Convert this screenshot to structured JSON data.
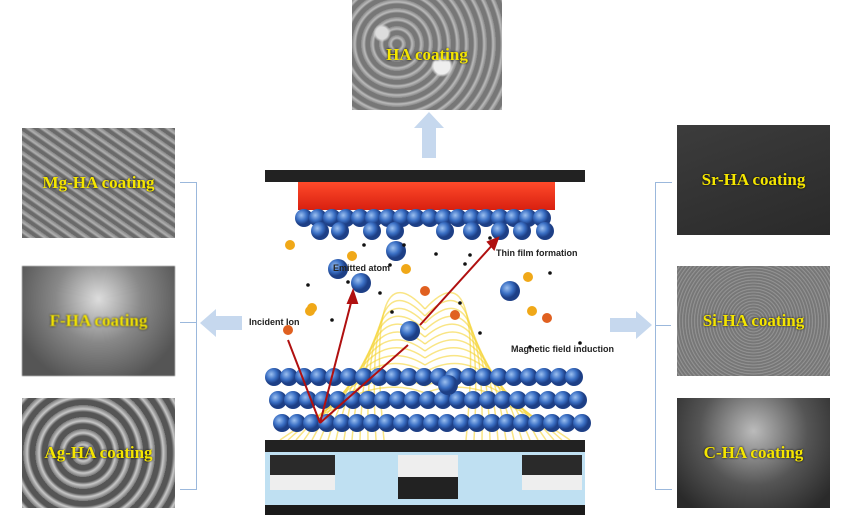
{
  "top_panel": {
    "label": "HA coating"
  },
  "left_panels": [
    {
      "label": "Mg-HA coating"
    },
    {
      "label": "F-HA coating"
    },
    {
      "label": "Ag-HA coating"
    }
  ],
  "right_panels": [
    {
      "label": "Sr-HA coating"
    },
    {
      "label": "Si-HA coating"
    },
    {
      "label": "C-HA coating"
    }
  ],
  "center": {
    "emitted_atom": "Emitted atom",
    "thin_film": "Thin film formation",
    "incident_ion": "Incident Ion",
    "magnetic_field": "Magnetic field induction"
  },
  "colors": {
    "label": "#f5e600",
    "arrow": "#c6d8ee",
    "target": "#e03020",
    "atom": "#3a6fc4",
    "ion": "#e8a020",
    "ray": "#b01010"
  }
}
